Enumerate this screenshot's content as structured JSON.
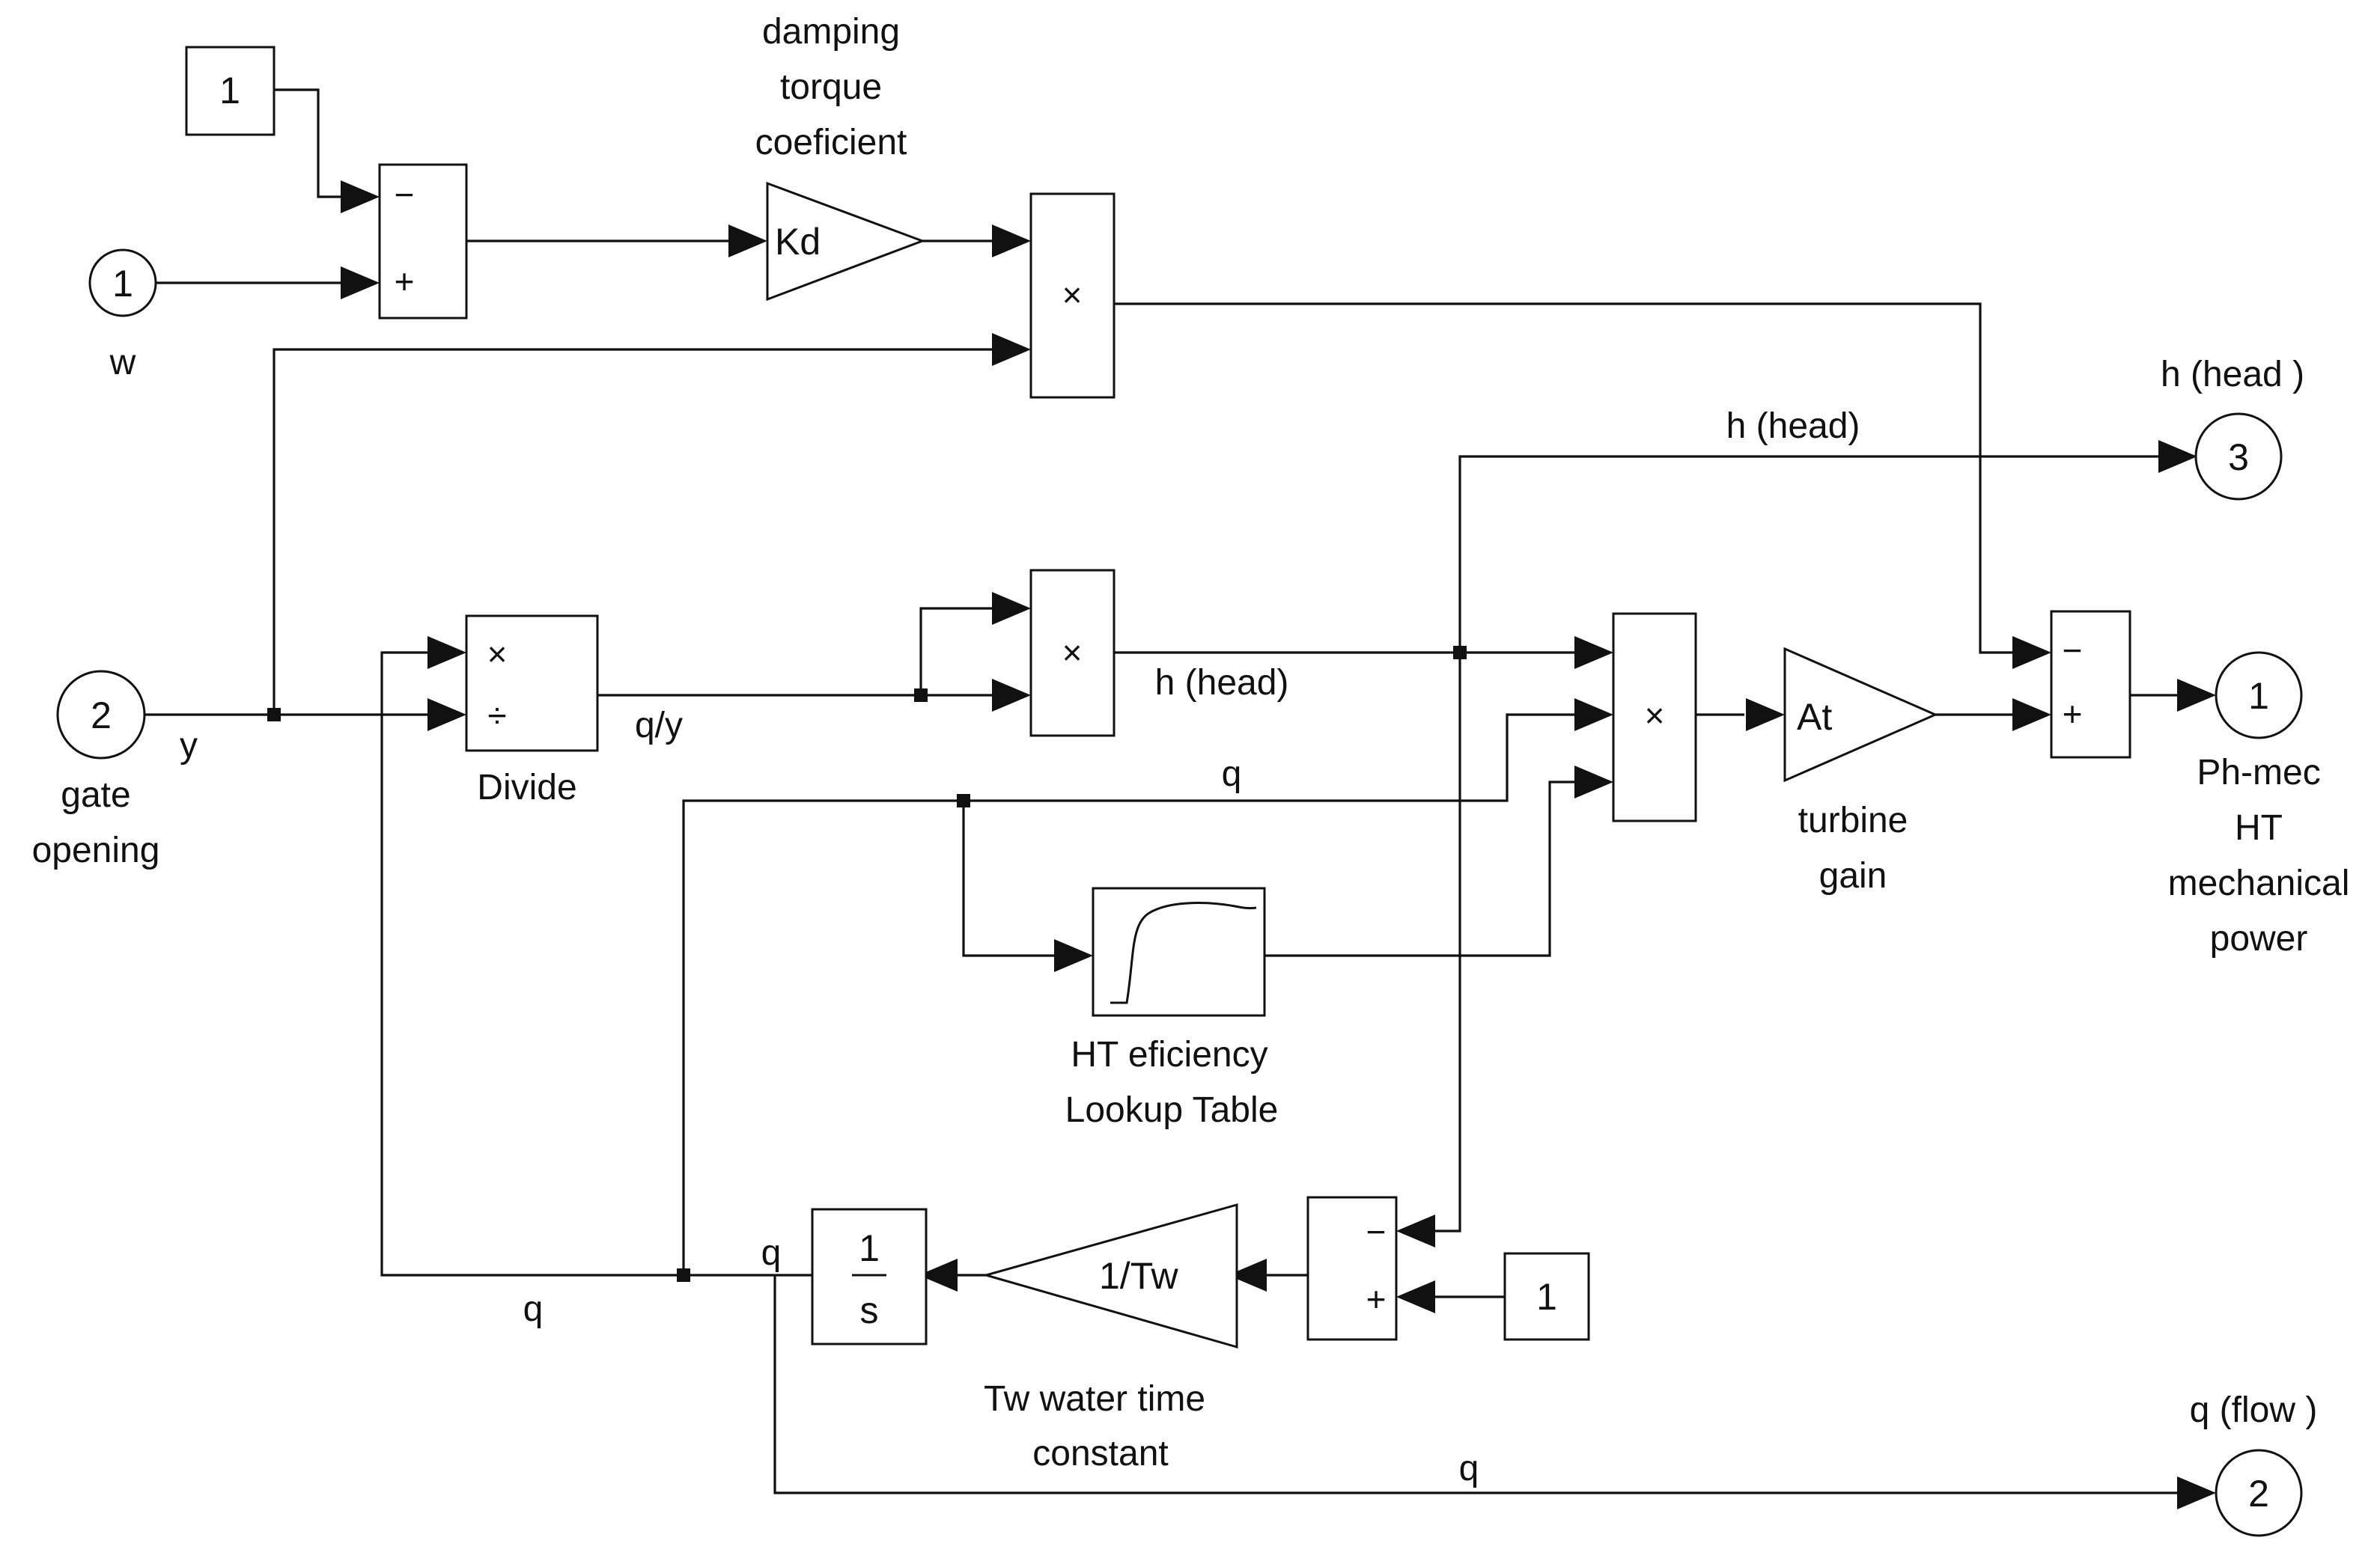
{
  "blocks": {
    "const_top": "1",
    "const_bottom": "1",
    "sum_sign_minus": "−",
    "sum_sign_plus": "+",
    "product_symbol": "×",
    "divide_symbol": "÷",
    "kd_gain": "Kd",
    "at_gain": "At",
    "tw_gain": "1/Tw",
    "integrator_num": "1",
    "integrator_den": "s"
  },
  "ports": {
    "in_w": {
      "number": "1",
      "label": "w"
    },
    "in_gate": {
      "number": "2",
      "label_lines": [
        "gate",
        "opening"
      ]
    },
    "out_power": {
      "number": "1",
      "label_lines": [
        "Ph-mec",
        "HT",
        "mechanical",
        "power"
      ]
    },
    "out_flow": {
      "number": "2",
      "label": "q (flow )"
    },
    "out_head": {
      "number": "3",
      "label": "h (head )"
    }
  },
  "labels": {
    "damping": [
      "damping",
      "torque",
      "coeficient"
    ],
    "divide": "Divide",
    "turbine_gain": [
      "turbine",
      "gain"
    ],
    "lookup": [
      "HT eficiency",
      "Lookup Table"
    ],
    "tw": [
      "Tw water time",
      "constant"
    ]
  },
  "signals": {
    "y": "y",
    "q_over_y": "q/y",
    "h_head": "h (head)",
    "h_head_top": "h (head)",
    "q": "q"
  }
}
